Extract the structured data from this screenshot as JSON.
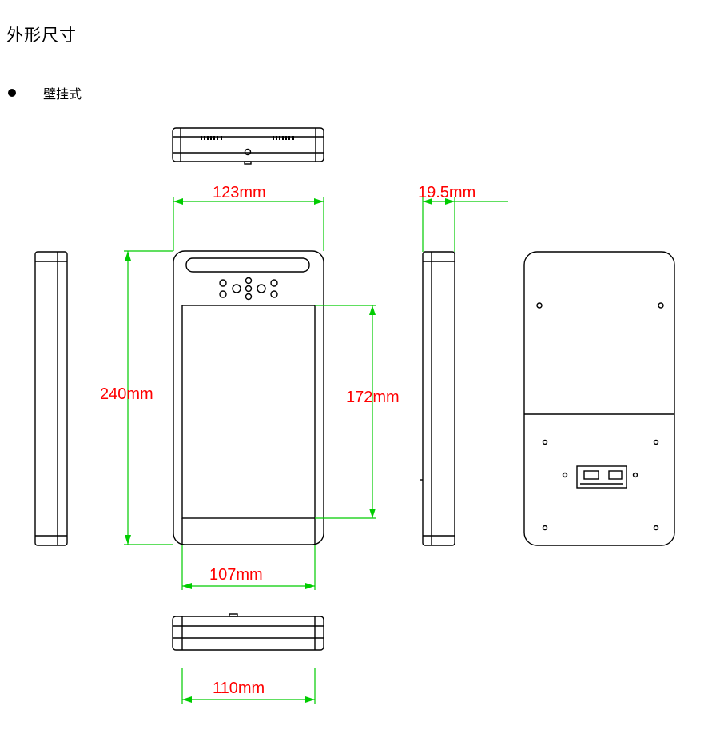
{
  "section_title": "外形尺寸",
  "bullet_item": "壁挂式",
  "dimensions": {
    "width_total": "123mm",
    "depth": "19.5mm",
    "height_total": "240mm",
    "screen_height": "172mm",
    "screen_width": "107mm",
    "bottom_width": "110mm"
  },
  "colors": {
    "outline": "#000000",
    "dimension_line": "#00cc00",
    "dimension_text": "#ff0000"
  }
}
